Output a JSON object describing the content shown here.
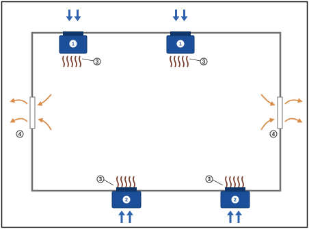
{
  "labels": {
    "supply_unit": "1",
    "exhaust_unit": "2",
    "diffuser": "3",
    "window": "4"
  },
  "colors": {
    "frame": "#6f6f6f",
    "unit_fill": "#1b4f9a",
    "unit_dark": "#0f3569",
    "air_arrow": "#2f63ad",
    "heat_lines": "#7a3f2e",
    "window_flow": "#d98c4a",
    "callout_stroke": "#333333"
  },
  "icons": {
    "supply_arrows": "double-down-arrow-icon",
    "exhaust_arrows": "double-up-arrow-icon",
    "heat_lines": "wavy-heat-lines-icon",
    "window_flow": "curved-air-arrow-icon"
  }
}
